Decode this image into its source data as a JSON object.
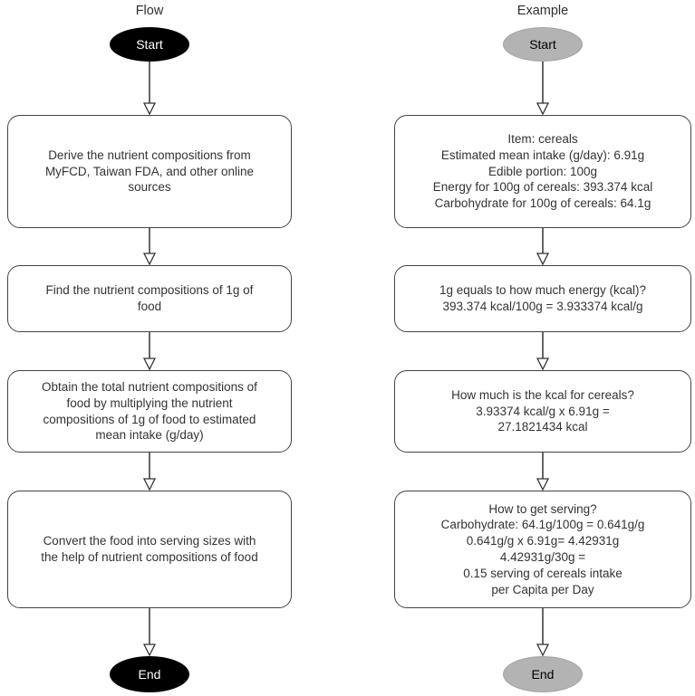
{
  "diagram": {
    "style": {
      "box_border_color": "#434343",
      "arrow_color": "#333333",
      "text_color": "#333333",
      "background": "#ffffff",
      "flow_node_fill": "#000000",
      "flow_node_text": "#ffffff",
      "example_node_fill": "#b3b3b3",
      "example_node_text": "#000000"
    },
    "columns": [
      {
        "title": "Flow",
        "start": "Start",
        "end": "End",
        "steps": [
          {
            "text": "Derive the nutrient compositions from\nMyFCD, Taiwan FDA, and other online\nsources"
          },
          {
            "text": "Find the nutrient compositions of 1g of\nfood"
          },
          {
            "text": "Obtain the total nutrient compositions of\nfood by multiplying the nutrient\ncompositions of 1g of food to estimated\nmean intake (g/day)"
          },
          {
            "text": "Convert the food into serving sizes with\nthe help of nutrient compositions of food"
          }
        ]
      },
      {
        "title": "Example",
        "start": "Start",
        "end": "End",
        "steps": [
          {
            "text": "Item: cereals\nEstimated mean intake (g/day): 6.91g\nEdible portion: 100g\nEnergy for 100g of cereals: 393.374 kcal\nCarbohydrate for 100g of cereals: 64.1g"
          },
          {
            "text": "1g equals to how much energy (kcal)?\n393.374 kcal/100g = 3.933374 kcal/g"
          },
          {
            "text": "How much is the kcal for cereals?\n3.93374 kcal/g x 6.91g =\n27.1821434 kcal"
          },
          {
            "text": "How to get serving?\nCarbohydrate: 64.1g/100g = 0.641g/g\n0.641g/g x 6.91g= 4.42931g\n4.42931g/30g =\n0.15 serving of cereals intake\nper Capita per Day"
          }
        ]
      }
    ]
  }
}
